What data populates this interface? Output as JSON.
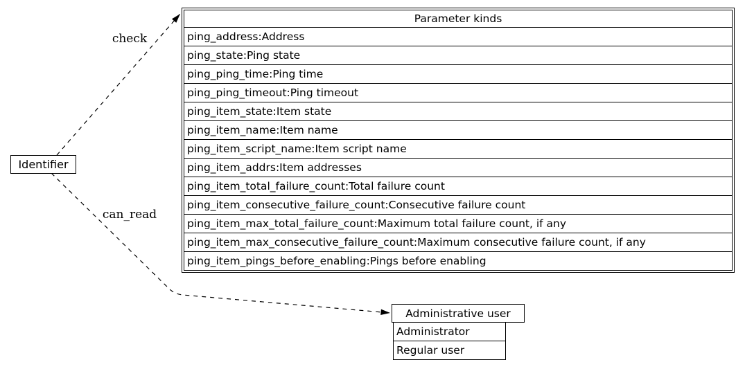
{
  "colors": {
    "background": "#ffffff",
    "line": "#000000",
    "text": "#000000"
  },
  "nodes": {
    "identifier": {
      "label": "Identifier"
    }
  },
  "edges": {
    "check": {
      "label": "check"
    },
    "can_read": {
      "label": "can_read"
    }
  },
  "tables": {
    "parameters": {
      "title": "Parameter kinds",
      "rows": [
        "ping_address:Address",
        "ping_state:Ping state",
        "ping_ping_time:Ping time",
        "ping_ping_timeout:Ping timeout",
        "ping_item_state:Item state",
        "ping_item_name:Item name",
        "ping_item_script_name:Item script name",
        "ping_item_addrs:Item addresses",
        "ping_item_total_failure_count:Total failure count",
        "ping_item_consecutive_failure_count:Consecutive failure count",
        "ping_item_max_total_failure_count:Maximum total failure count, if any",
        "ping_item_max_consecutive_failure_count:Maximum consecutive failure count, if any",
        "ping_item_pings_before_enabling:Pings before enabling"
      ]
    },
    "users": {
      "title": "Administrative user",
      "rows": [
        "Administrator",
        "Regular user"
      ]
    }
  }
}
